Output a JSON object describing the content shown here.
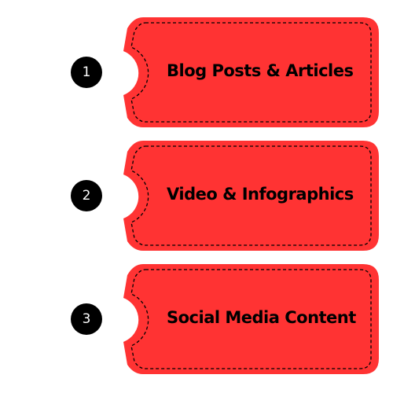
{
  "colors": {
    "tag_fill": "#ff3333",
    "badge_fill": "#000000",
    "badge_text": "#ffffff",
    "label_text": "#000000",
    "dash": "#000000"
  },
  "items": [
    {
      "number": "1",
      "label": "Blog Posts & Articles"
    },
    {
      "number": "2",
      "label": "Video & Infographics"
    },
    {
      "number": "3",
      "label": "Social Media Content"
    }
  ]
}
